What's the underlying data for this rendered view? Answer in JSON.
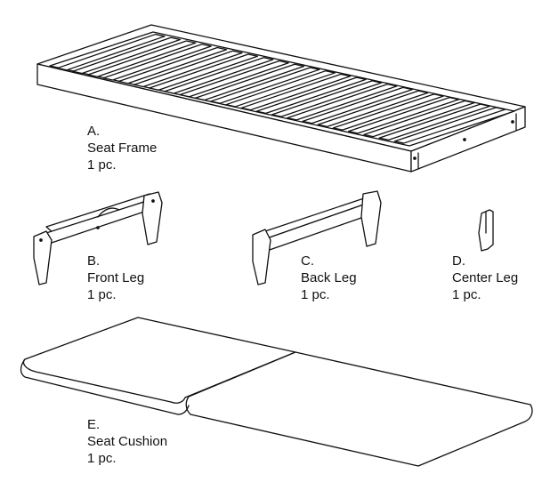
{
  "parts": [
    {
      "letter": "A.",
      "name": "Seat Frame",
      "qty": "1 pc."
    },
    {
      "letter": "B.",
      "name": "Front Leg",
      "qty": "1 pc."
    },
    {
      "letter": "C.",
      "name": "Back Leg",
      "qty": "1 pc."
    },
    {
      "letter": "D.",
      "name": "Center Leg",
      "qty": "1 pc."
    },
    {
      "letter": "E.",
      "name": "Seat Cushion",
      "qty": "1 pc."
    }
  ],
  "colors": {
    "stroke": "#111111",
    "fill": "#ffffff"
  }
}
